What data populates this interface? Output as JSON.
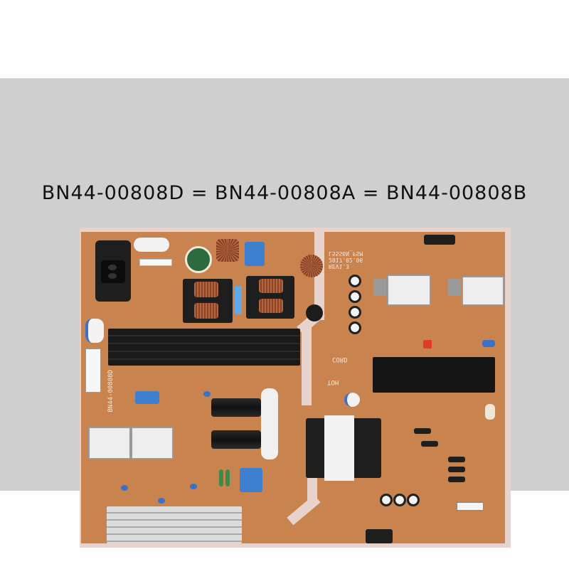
{
  "photo": {
    "background_color": "#cfcfcf",
    "title": "BN44-00808D = BN44-00808A = BN44-00808B",
    "subject": "Power supply board"
  },
  "board": {
    "color": "#c9834e",
    "silkscreen": {
      "revision": "REV1.3",
      "date": "2017.02.06",
      "model": "L55S6N_FSM",
      "part_number": "BN44-00808D",
      "cord_label": "CORD",
      "hot_label": "HOT"
    },
    "components": [
      {
        "name": "ac-inlet",
        "color": "#1a1a1a"
      },
      {
        "name": "black-heatsink",
        "color": "#1a1a1a"
      },
      {
        "name": "silver-heatsink",
        "color": "#c8c8c8"
      },
      {
        "name": "main-transformer",
        "color": "#eeeeee"
      },
      {
        "name": "standby-transformers",
        "color": "#eeeeee"
      },
      {
        "name": "bulk-capacitors",
        "color": "#111111"
      }
    ]
  }
}
